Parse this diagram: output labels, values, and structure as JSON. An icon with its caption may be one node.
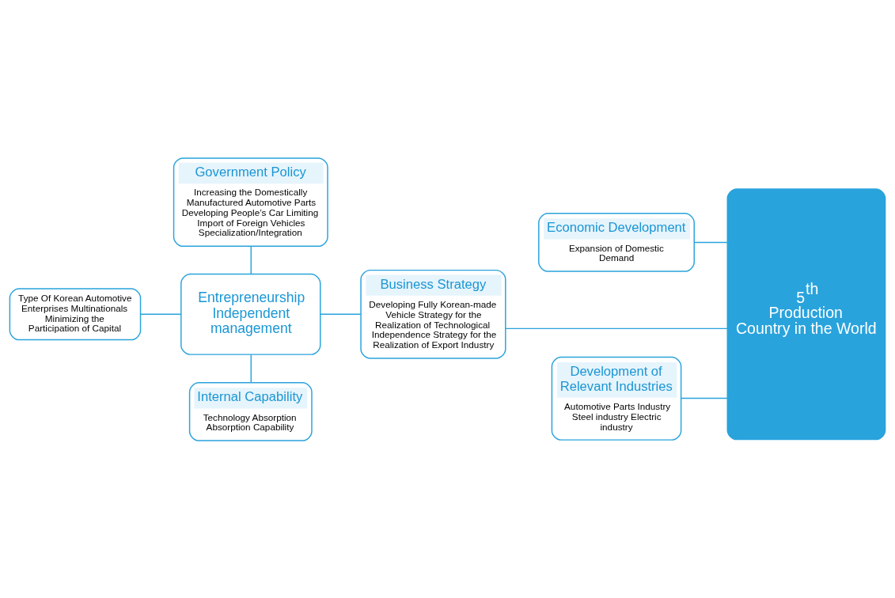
{
  "diagram": {
    "nodes": [
      {
        "text": [
          "Government Policy",
          "Increasing the Domestically Manufactured Automotive Parts Developing People’s Car Limiting Import of Foreign Vehicles Specialization/Integration"
        ]
      },
      {
        "text": [
          "Economic Development",
          "Expansion of Domestic Demand"
        ]
      },
      {
        "text": [
          "5$^{th}$ Production Country in the World"
        ]
      },
      {
        "text": [
          "Type Of Korean Automotive Enterprises Multinationals Minimizing the Participation of Capital"
        ]
      },
      {
        "text": [
          "Entrepreneurship Independent management"
        ]
      },
      {
        "text": [
          "Business Strategy",
          "Developing Fully Korean-made Vehicle Strategy for the Realization of Technological Independence Strategy for the Realization of Export Industry"
        ]
      },
      {
        "text": [
          "Internal Capability",
          "Technology Absorption Absorption Capability"
        ]
      },
      {
        "text": [
          "Development of Relevant Industries",
          "Automotive Parts Industry Steel industry Electric industry"
        ]
      }
    ],
    "edges": [
      {
        "from": 0,
        "to": 4,
        "arrow": "none"
      },
      {
        "from": 3,
        "to": 4,
        "arrow": "none"
      },
      {
        "from": 4,
        "to": 5,
        "arrow": "none"
      },
      {
        "from": 4,
        "to": 6,
        "arrow": "none"
      },
      {
        "from": 5,
        "to": 2,
        "arrow": "none"
      },
      {
        "from": 1,
        "to": 2,
        "arrow": "none"
      },
      {
        "from": 7,
        "to": 2,
        "arrow": "none"
      }
    ]
  }
}
